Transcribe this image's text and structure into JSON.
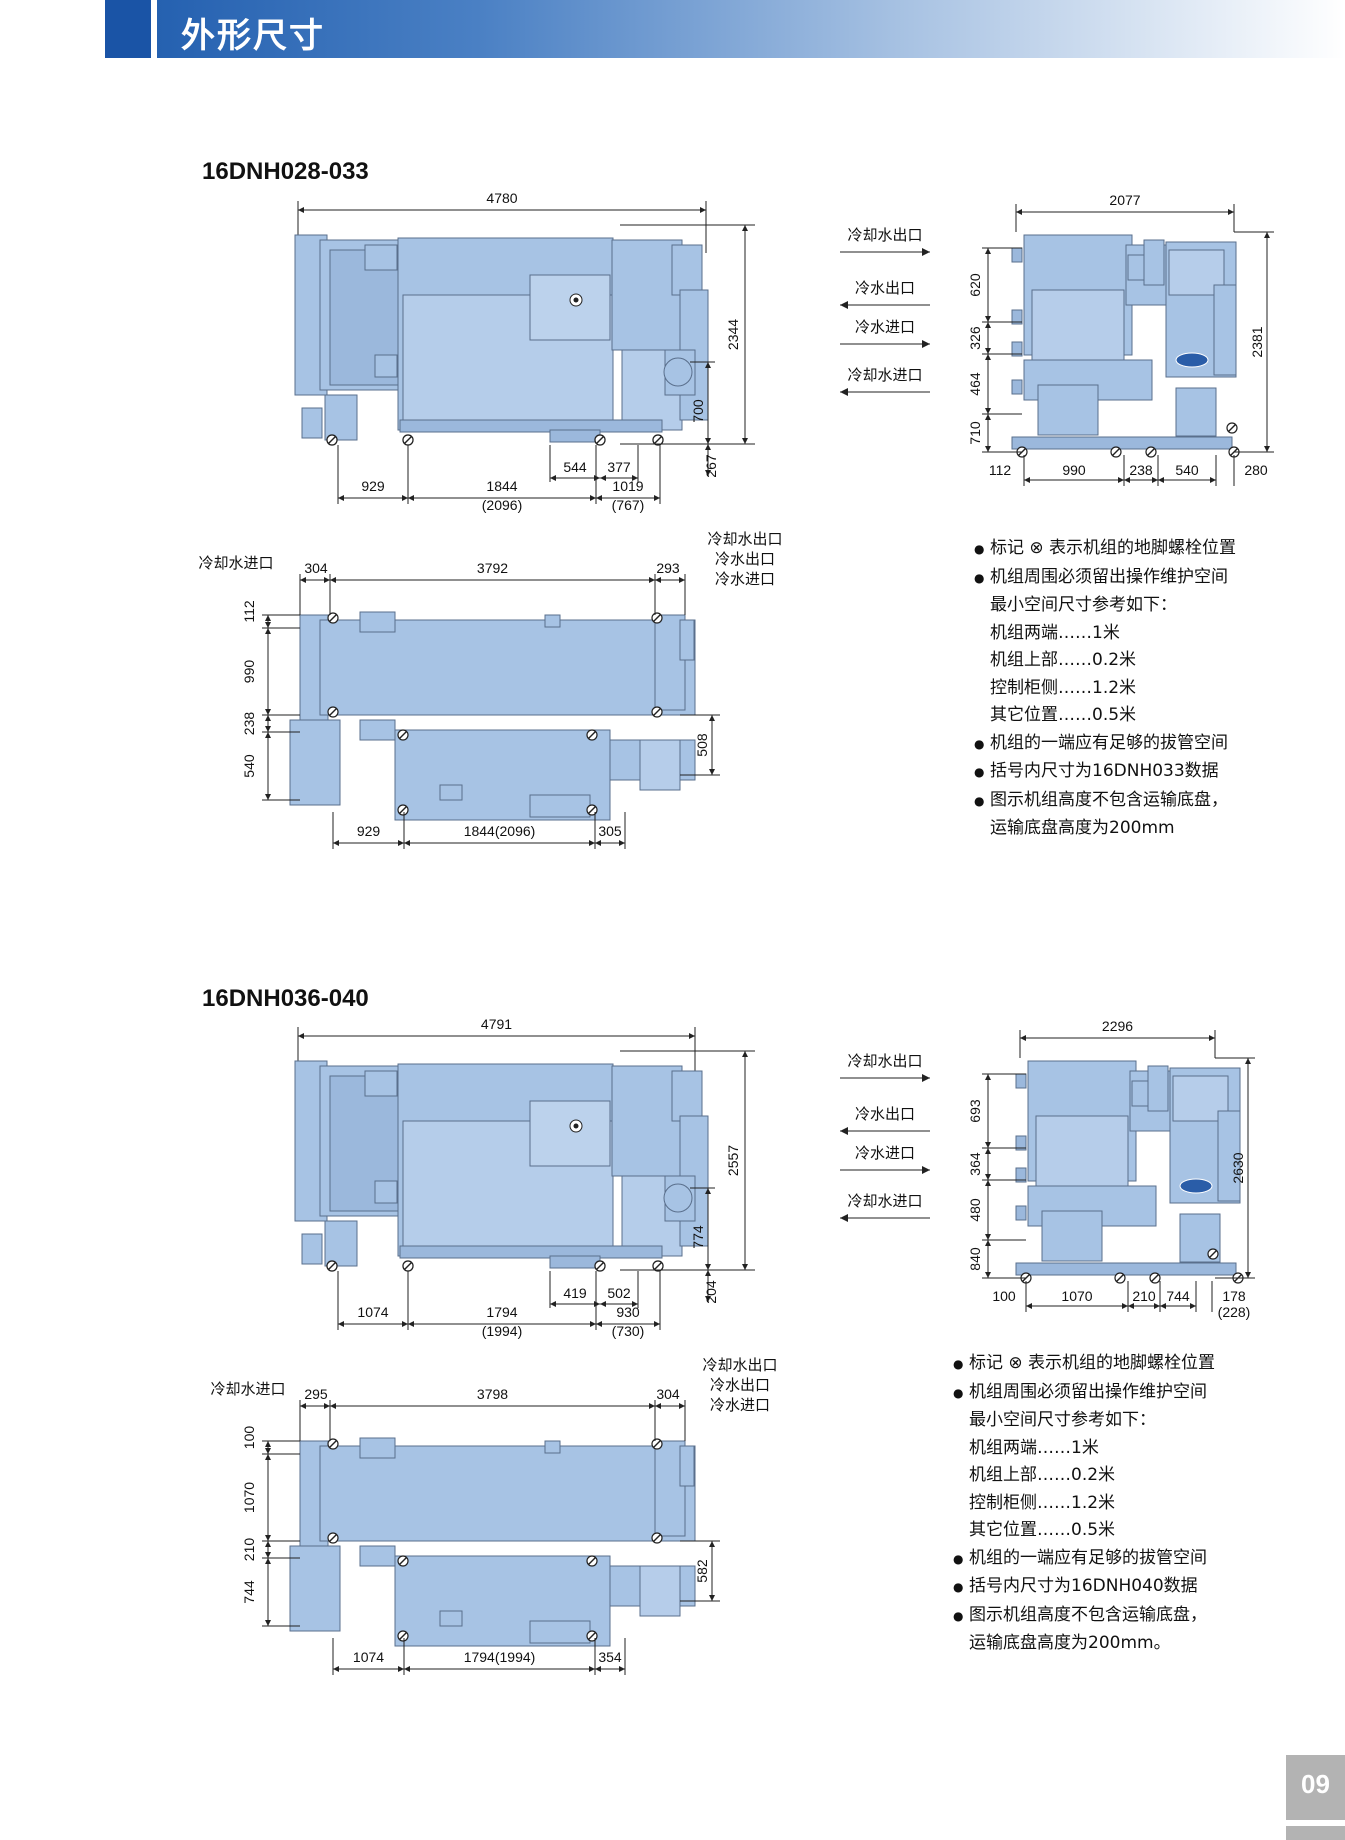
{
  "header": {
    "title": "外形尺寸"
  },
  "page_number": "09",
  "sections": [
    {
      "model": "16DNH028-033",
      "front": {
        "overall": "4780",
        "h_total": "2344",
        "h_700": "700",
        "h_267": "267",
        "b1": "929",
        "b2": "1844",
        "b2p": "(2096)",
        "b3": "1019",
        "b3p": "(767)",
        "s1": "544",
        "s2": "377"
      },
      "side": {
        "overall": "2077",
        "h_total": "2381",
        "v1": "620",
        "v2": "326",
        "v3": "464",
        "v4": "710",
        "b1": "112",
        "b2": "990",
        "b3": "238",
        "b4": "540",
        "b5": "280",
        "b5p": "",
        "labels": [
          "冷却水出口",
          "冷水出口",
          "冷水进口",
          "冷却水进口"
        ]
      },
      "plan": {
        "left_label": "冷却水进口",
        "right_labels": [
          "冷却水出口",
          "冷水出口",
          "冷水进口"
        ],
        "t1": "304",
        "t2": "3792",
        "t3": "293",
        "v1": "112",
        "v2": "990",
        "v3": "238",
        "v4": "540",
        "r1": "508",
        "b1": "929",
        "b2": "1844(2096)",
        "b3": "305"
      },
      "notes": [
        {
          "bullet": true,
          "text": "标记 ⊗ 表示机组的地脚螺栓位置"
        },
        {
          "bullet": true,
          "text": "机组周围必须留出操作维护空间"
        },
        {
          "bullet": false,
          "text": "最小空间尺寸参考如下："
        },
        {
          "bullet": false,
          "text": "机组两端……1米"
        },
        {
          "bullet": false,
          "text": "机组上部……0.2米"
        },
        {
          "bullet": false,
          "text": "控制柜侧……1.2米"
        },
        {
          "bullet": false,
          "text": "其它位置……0.5米"
        },
        {
          "bullet": true,
          "text": "机组的一端应有足够的拔管空间"
        },
        {
          "bullet": true,
          "text": "括号内尺寸为16DNH033数据"
        },
        {
          "bullet": true,
          "text": "图示机组高度不包含运输底盘，"
        },
        {
          "bullet": false,
          "text": "运输底盘高度为200mm"
        }
      ]
    },
    {
      "model": "16DNH036-040",
      "front": {
        "overall": "4791",
        "h_total": "2557",
        "h_700": "774",
        "h_267": "204",
        "b1": "1074",
        "b2": "1794",
        "b2p": "(1994)",
        "b3": "930",
        "b3p": "(730)",
        "s1": "419",
        "s2": "502"
      },
      "side": {
        "overall": "2296",
        "h_total": "2630",
        "v1": "693",
        "v2": "364",
        "v3": "480",
        "v4": "840",
        "b1": "100",
        "b2": "1070",
        "b3": "210",
        "b4": "744",
        "b5": "178",
        "b5p": "(228)",
        "labels": [
          "冷却水出口",
          "冷水出口",
          "冷水进口",
          "冷却水进口"
        ]
      },
      "plan": {
        "left_label": "冷却水进口",
        "right_labels": [
          "冷却水出口",
          "冷水出口",
          "冷水进口"
        ],
        "t1": "295",
        "t2": "3798",
        "t3": "304",
        "v1": "100",
        "v2": "1070",
        "v3": "210",
        "v4": "744",
        "r1": "582",
        "b1": "1074",
        "b2": "1794(1994)",
        "b3": "354"
      },
      "notes": [
        {
          "bullet": true,
          "text": "标记 ⊗ 表示机组的地脚螺栓位置"
        },
        {
          "bullet": true,
          "text": "机组周围必须留出操作维护空间"
        },
        {
          "bullet": false,
          "text": "最小空间尺寸参考如下："
        },
        {
          "bullet": false,
          "text": "机组两端……1米"
        },
        {
          "bullet": false,
          "text": "机组上部……0.2米"
        },
        {
          "bullet": false,
          "text": "控制柜侧……1.2米"
        },
        {
          "bullet": false,
          "text": "其它位置……0.5米"
        },
        {
          "bullet": true,
          "text": "机组的一端应有足够的拔管空间"
        },
        {
          "bullet": true,
          "text": "括号内尺寸为16DNH040数据"
        },
        {
          "bullet": true,
          "text": "图示机组高度不包含运输底盘，"
        },
        {
          "bullet": false,
          "text": "运输底盘高度为200mm。"
        }
      ]
    }
  ],
  "colors": {
    "unit_fill": "#a7c3e4",
    "unit_stroke": "#5a6f8c",
    "header_dark": "#1a54a6"
  },
  "icons": {
    "bolt": "anchor-bolt-icon",
    "logo": "carrier-logo"
  }
}
